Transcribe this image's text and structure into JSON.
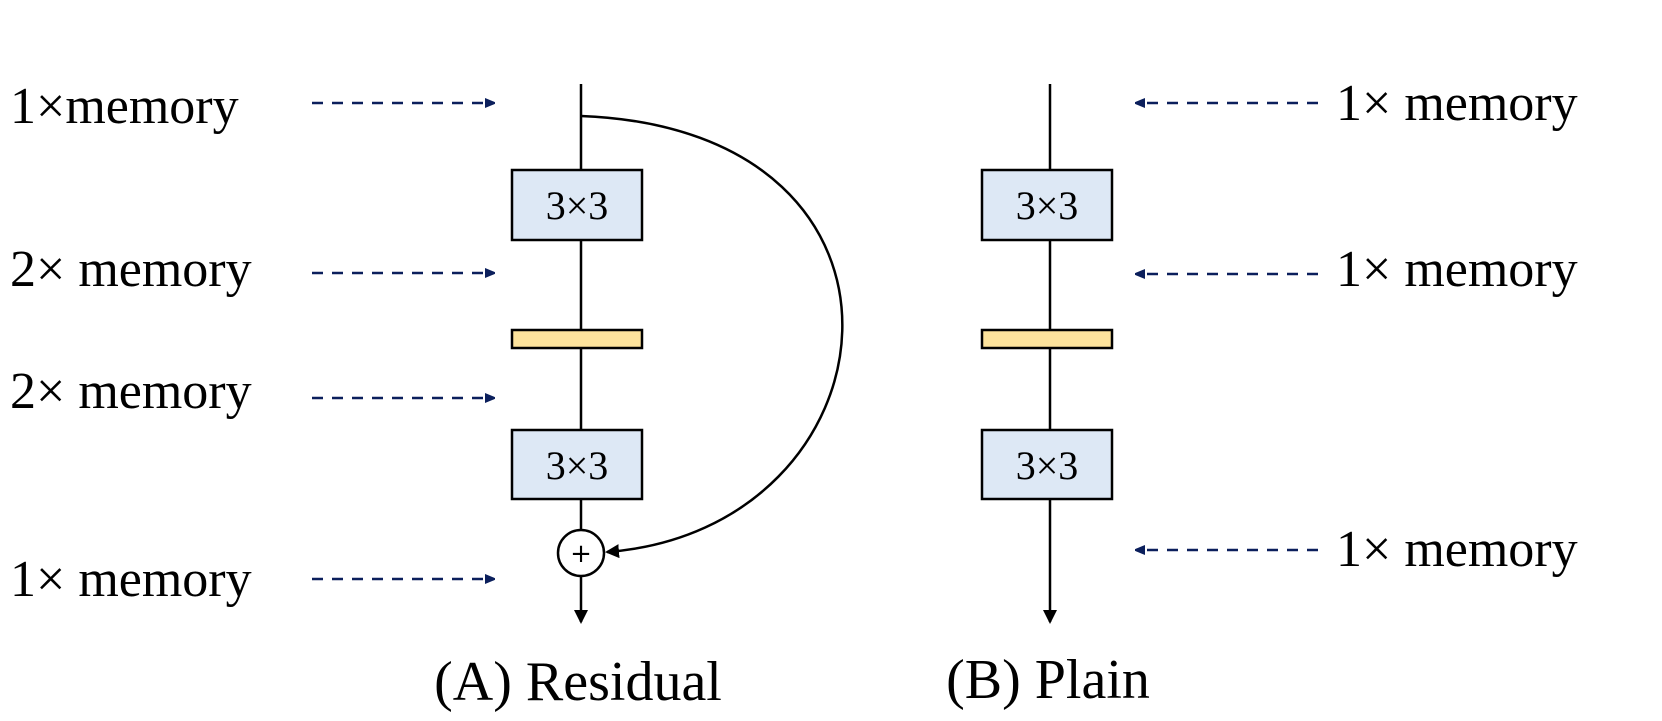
{
  "colors": {
    "conv_fill": "#dde8f5",
    "norm_fill": "#fde39c",
    "arrow_blue": "#0b1f5c",
    "line": "#000000"
  },
  "residual": {
    "caption": "(A) Residual",
    "conv_top_label": "3×3",
    "conv_bottom_label": "3×3",
    "add_symbol": "+",
    "memory_labels": [
      "1×memory",
      "2× memory",
      "2× memory",
      "1× memory"
    ]
  },
  "plain": {
    "caption": "(B) Plain",
    "conv_top_label": "3×3",
    "conv_bottom_label": "3×3",
    "memory_labels": [
      "1× memory",
      "1× memory",
      "1× memory"
    ]
  }
}
